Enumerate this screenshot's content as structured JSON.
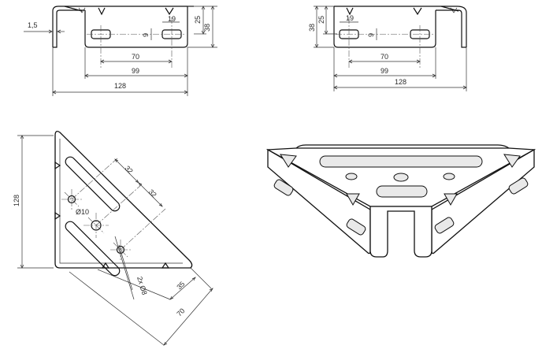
{
  "front_view_left": {
    "thickness": "1,5",
    "slot_offset": "19",
    "slot_width": "9",
    "height_inner": "25",
    "height_total": "38",
    "slot_spacing": "70",
    "base_width": "99",
    "total_width": "128"
  },
  "front_view_right": {
    "height_total": "38",
    "height_inner": "25",
    "slot_offset": "19",
    "slot_width": "9",
    "slot_spacing": "70",
    "base_width": "99",
    "total_width": "128"
  },
  "top_view": {
    "side_length": "128",
    "slot_spacing_a": "32",
    "slot_spacing_b": "32",
    "center_hole": "Ø10",
    "side_holes": "2x Ø8",
    "offset_short": "35",
    "offset_long": "70"
  },
  "colors": {
    "line": "#111111",
    "text": "#2a2a2a",
    "fill": "#ffffff",
    "shade": "#e9e9e9"
  }
}
